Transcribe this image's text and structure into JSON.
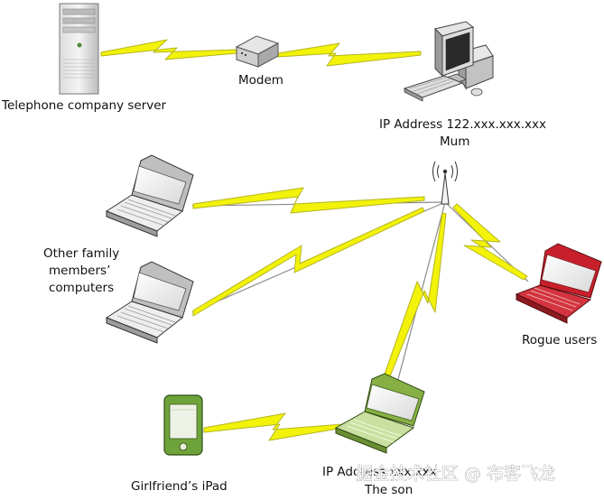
{
  "labels": {
    "telephone_server": "Telephone company server",
    "modem": "Modem",
    "mum_ip": "IP Address 122.xxx.xxx.xxx",
    "mum": "Mum",
    "other_computers_line1": "Other family",
    "other_computers_line2": "members’",
    "other_computers_line3": "computers",
    "rogue_users": "Rogue users",
    "girlfriend_ipad": "Girlfriend’s iPad",
    "son_ip": "IP Address xxx.xxx",
    "son": "The son"
  },
  "watermark": "掘金技术社区 @ 布客飞龙",
  "colors": {
    "lightning": "#f2f20a",
    "lightning_outline": "#b5b520",
    "rogue_laptop": "#c8202b",
    "son_laptop": "#86b043",
    "ipad": "#6ea33a",
    "connection_line": "#888888"
  }
}
